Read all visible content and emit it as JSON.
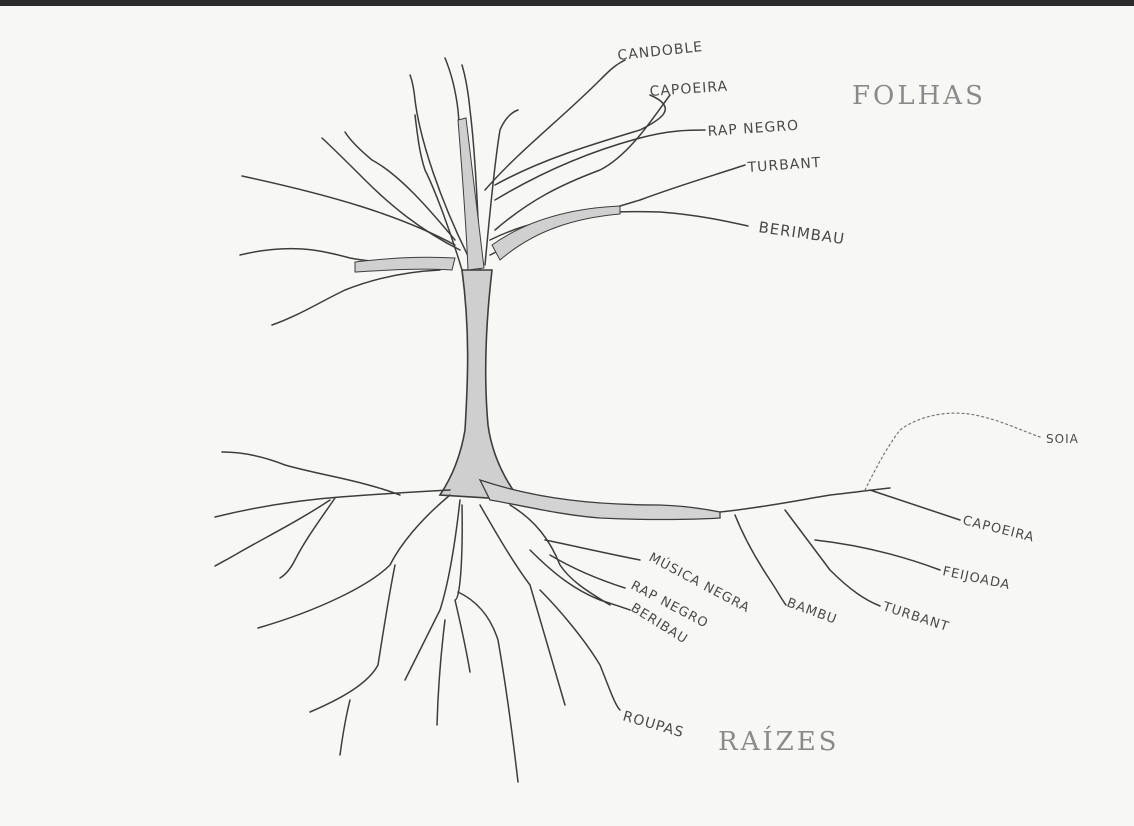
{
  "title_leaves": "FOLHAS",
  "title_roots": "RAÍZES",
  "leaf_labels": [
    "CANDOBLE",
    "CAPOEIRA",
    "RAP NEGRO",
    "TURBANT",
    "BERIMBAU"
  ],
  "root_labels": [
    "SOIA",
    "CAPOEIRA",
    "FEIJOADA",
    "TURBANT",
    "BAMBU",
    "MÚSICA NEGRA",
    "RAP NEGRO",
    "BERIBAU",
    "ROUPAS"
  ],
  "colors": {
    "paper": "#f7f7f5",
    "pencil": "#3d3d3d",
    "shade": "#c9c9c9",
    "top_edge": "#2b2b2b"
  }
}
